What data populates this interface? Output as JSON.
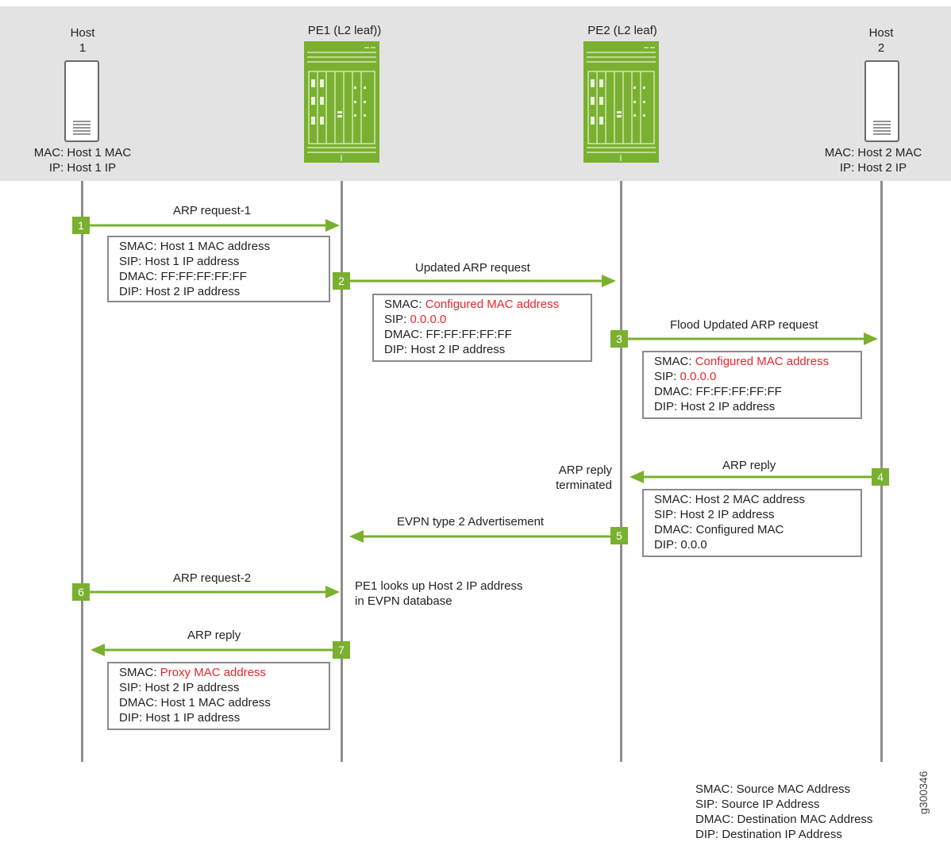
{
  "colors": {
    "accent_green": "#7ab02f",
    "highlight_red": "#e8262b",
    "band_gray": "#e3e3e3",
    "lane_gray": "#8e8e8e"
  },
  "nodes": {
    "host1": {
      "title_line1": "Host",
      "title_line2": "1",
      "mac": "MAC: Host 1 MAC",
      "ip": "IP: Host 1 IP",
      "icon": "server-icon"
    },
    "pe1": {
      "title": "PE1 (L2 leaf))",
      "icon": "router-chassis-icon"
    },
    "pe2": {
      "title": "PE2 (L2 leaf)",
      "icon": "router-chassis-icon"
    },
    "host2": {
      "title_line1": "Host",
      "title_line2": "2",
      "mac": "MAC: Host 2 MAC",
      "ip": "IP: Host 2 IP",
      "icon": "server-icon"
    }
  },
  "steps": [
    {
      "number": "1",
      "label": "ARP request-1"
    },
    {
      "number": "2",
      "label": "Updated ARP request"
    },
    {
      "number": "3",
      "label": "Flood Updated ARP request"
    },
    {
      "number": "4",
      "label": "ARP reply"
    },
    {
      "number": "5",
      "label": "EVPN type 2 Advertisement"
    },
    {
      "number": "6",
      "label": "ARP request-2"
    },
    {
      "number": "7",
      "label": "ARP reply"
    }
  ],
  "notes": {
    "arp_reply_terminated_line1": "ARP reply",
    "arp_reply_terminated_line2": "terminated",
    "pe1_lookup_line1": "PE1 looks up Host 2 IP address",
    "pe1_lookup_line2": "in EVPN database"
  },
  "boxes": {
    "box1": {
      "smac_label": "SMAC: ",
      "smac_value": "Host 1 MAC address",
      "sip_label": "SIP: ",
      "sip_value": "Host 1 IP address",
      "dmac": "DMAC: FF:FF:FF:FF:FF",
      "dip": "DIP: Host 2 IP address"
    },
    "box2": {
      "smac_label": "SMAC: ",
      "smac_value": "Configured MAC address",
      "sip_label": "SIP: ",
      "sip_value": "0.0.0.0",
      "dmac": "DMAC: FF:FF:FF:FF:FF",
      "dip": "DIP: Host 2 IP address"
    },
    "box3": {
      "smac_label": "SMAC: ",
      "smac_value": "Configured MAC address",
      "sip_label": "SIP: ",
      "sip_value": "0.0.0.0",
      "dmac": "DMAC: FF:FF:FF:FF:FF",
      "dip": "DIP: Host 2 IP address"
    },
    "box4": {
      "smac": "SMAC: Host 2 MAC address",
      "sip": "SIP: Host 2 IP address",
      "dmac": "DMAC: Configured MAC",
      "dip": "DIP: 0.0.0"
    },
    "box7": {
      "smac_label": "SMAC: ",
      "smac_value": "Proxy MAC address",
      "sip": "SIP: Host 2 IP address",
      "dmac": "DMAC: Host 1 MAC address",
      "dip": "DIP: Host 1 IP address"
    }
  },
  "legend": [
    "SMAC: Source MAC Address",
    "SIP: Source IP Address",
    "DMAC: Destination MAC Address",
    "DIP: Destination IP Address"
  ],
  "figure_id": "g300346"
}
